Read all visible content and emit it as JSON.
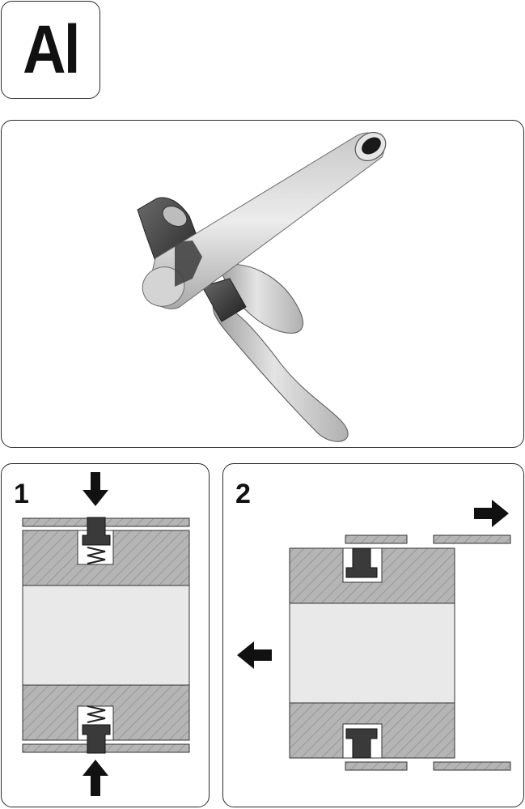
{
  "material_label": "Al",
  "steps": [
    {
      "number": "1"
    },
    {
      "number": "2"
    }
  ],
  "icons": {
    "press_arrow_down": "arrow-down-icon",
    "press_arrow_up": "arrow-up-icon",
    "slide_arrow_right": "arrow-right-icon",
    "slide_arrow_left": "arrow-left-icon"
  },
  "colors": {
    "outline": "#2b2b2b",
    "hatch_fill": "#b5b5b5",
    "pipe_fill": "#e9e9e9",
    "pin_fill": "#3a3a3a"
  }
}
